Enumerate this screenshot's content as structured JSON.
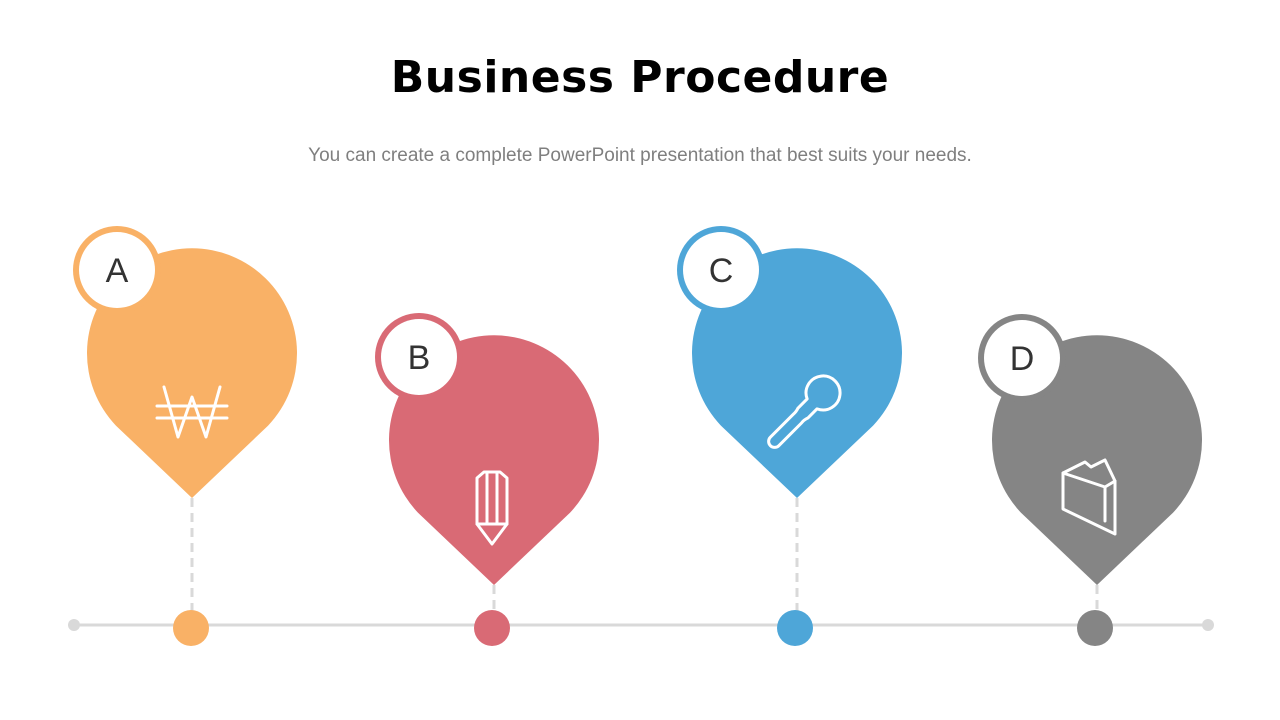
{
  "slide": {
    "title": "Business Procedure",
    "subtitle": "You can create a complete PowerPoint presentation that best suits your needs."
  },
  "colors": {
    "track": "#d9d9d9",
    "connector": "#d9d9d9",
    "badge_fill": "#ffffff",
    "icon_stroke": "#ffffff"
  },
  "steps": [
    {
      "letter": "A",
      "color": "#f9b166",
      "icon": "won-currency-icon"
    },
    {
      "letter": "B",
      "color": "#d96a75",
      "icon": "pencil-icon"
    },
    {
      "letter": "C",
      "color": "#4ea6d8",
      "icon": "wrench-icon"
    },
    {
      "letter": "D",
      "color": "#858585",
      "icon": "folder-icon"
    }
  ]
}
